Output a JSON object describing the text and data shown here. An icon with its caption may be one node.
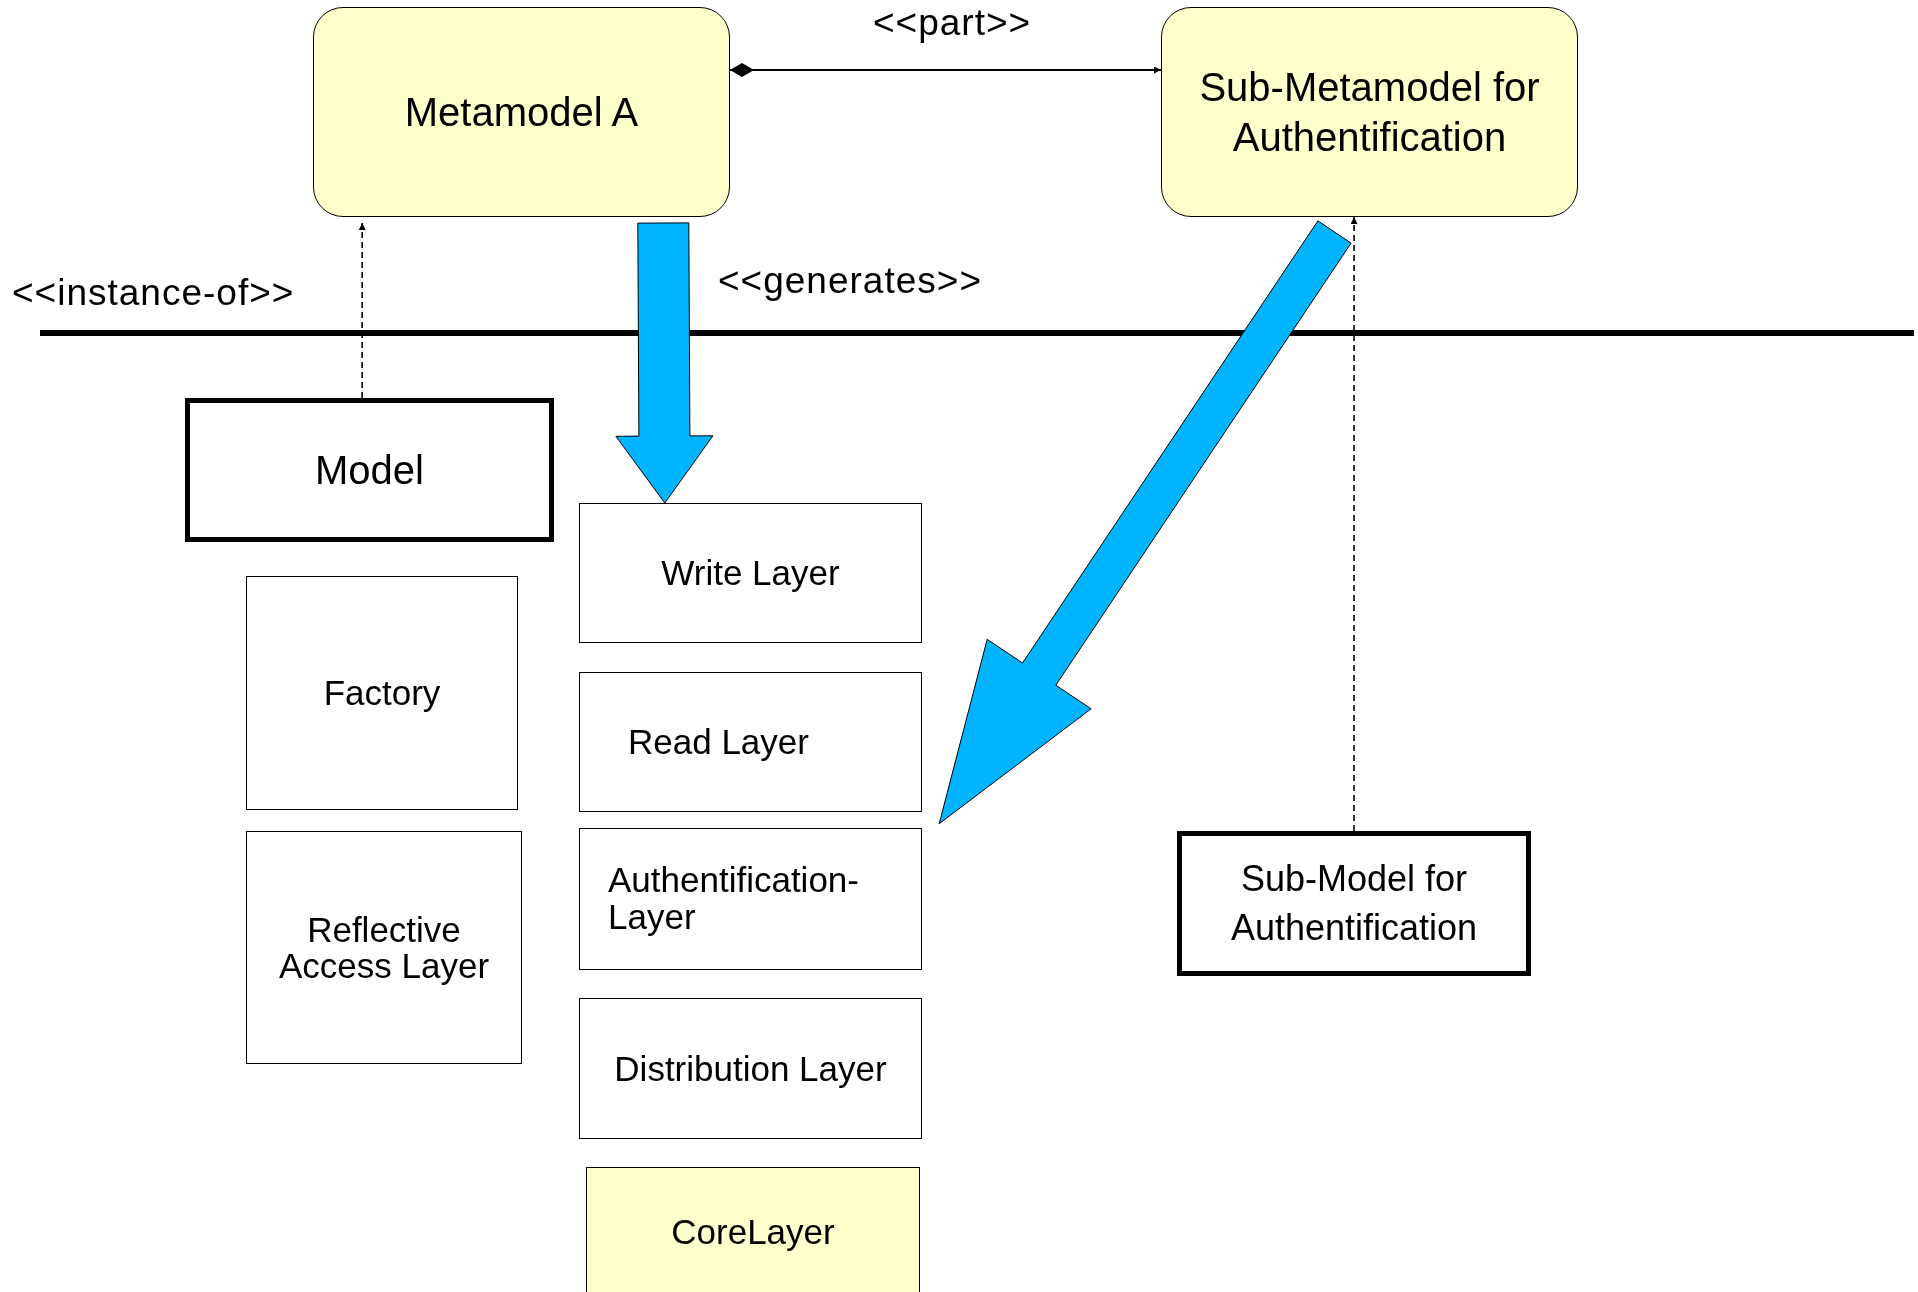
{
  "diagram": {
    "nodes": [
      {
        "text": [
          "Metamodel A"
        ]
      },
      {
        "text": [
          "Sub-Metamodel for Authentification"
        ]
      },
      {
        "text": [
          "Model"
        ]
      },
      {
        "text": [
          "Factory"
        ]
      },
      {
        "text": [
          "Reflective Access Layer"
        ]
      },
      {
        "text": [
          "Write Layer"
        ]
      },
      {
        "text": [
          "Read Layer"
        ]
      },
      {
        "text": [
          "Authentification-Layer"
        ]
      },
      {
        "text": [
          "Distribution Layer"
        ]
      },
      {
        "text": [
          "CoreLayer"
        ]
      },
      {
        "text": [
          "Sub-Model for Authentification"
        ]
      }
    ],
    "edges": [
      {
        "from": 0,
        "to": 1,
        "arrow": "to",
        "label": "<<part>>"
      },
      {
        "from": 2,
        "to": 0,
        "arrow": "to",
        "style": "dashed"
      },
      {
        "from": 0,
        "to": 5,
        "arrow": "to",
        "style": "thick",
        "color": "#00b4ff"
      },
      {
        "from": 10,
        "to": 1,
        "arrow": "to",
        "style": "dashed"
      },
      {
        "from": 1,
        "to": 7,
        "arrow": "to",
        "style": "thick",
        "color": "#00b4ff"
      }
    ],
    "labels": [
      "<<instance-of>>",
      "<<generates>>"
    ]
  }
}
